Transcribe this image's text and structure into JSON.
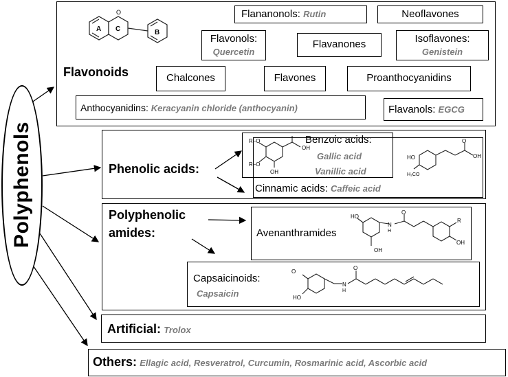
{
  "central": {
    "label": "Polyphenols"
  },
  "flavonoids": {
    "heading": "Flavonoids",
    "ring_labels": {
      "a": "A",
      "b": "B",
      "c": "C",
      "o": "O"
    },
    "items": {
      "flavanonols": {
        "name": "Flananonols:",
        "example": "Rutin"
      },
      "neoflavones": {
        "name": "Neoflavones"
      },
      "flavonols": {
        "name": "Flavonols:",
        "example": "Quercetin"
      },
      "flavanones": {
        "name": "Flavanones"
      },
      "isoflavones": {
        "name": "Isoflavones:",
        "example": "Genistein"
      },
      "chalcones": {
        "name": "Chalcones"
      },
      "flavones": {
        "name": "Flavones"
      },
      "proanthocyanidins": {
        "name": "Proanthocyanidins"
      },
      "anthocyanidins": {
        "name": "Anthocyanidins:",
        "example": "Keracyanin chloride  (anthocyanin)"
      },
      "flavanols": {
        "name": "Flavanols:",
        "example": "EGCG"
      }
    }
  },
  "phenolic_acids": {
    "heading": "Phenolic acids:",
    "benzoic": {
      "name": "Benzoic acids:",
      "examples": [
        "Gallic acid",
        "Vanillic acid"
      ]
    },
    "cinnamic": {
      "name": "Cinnamic acids:",
      "example": "Caffeic acid"
    }
  },
  "polyphenolic_amides": {
    "heading_line1": "Polyphenolic",
    "heading_line2": "amides:",
    "avenanthramides": {
      "name": "Avenanthramides"
    },
    "capsaicinoids": {
      "name": "Capsaicinoids:",
      "example": "Capsaicin"
    }
  },
  "artificial": {
    "heading": "Artificial:",
    "example": "Trolox"
  },
  "others": {
    "heading": "Others:",
    "examples": "Ellagic acid, Resveratrol, Curcumin,  Rosmarinic acid, Ascorbic acid"
  },
  "chem_labels": {
    "oh": "OH",
    "ho": "HO",
    "o": "O",
    "r": "R",
    "r_o": "R–O",
    "h3co": "H₃CO",
    "n": "N",
    "h": "H"
  }
}
